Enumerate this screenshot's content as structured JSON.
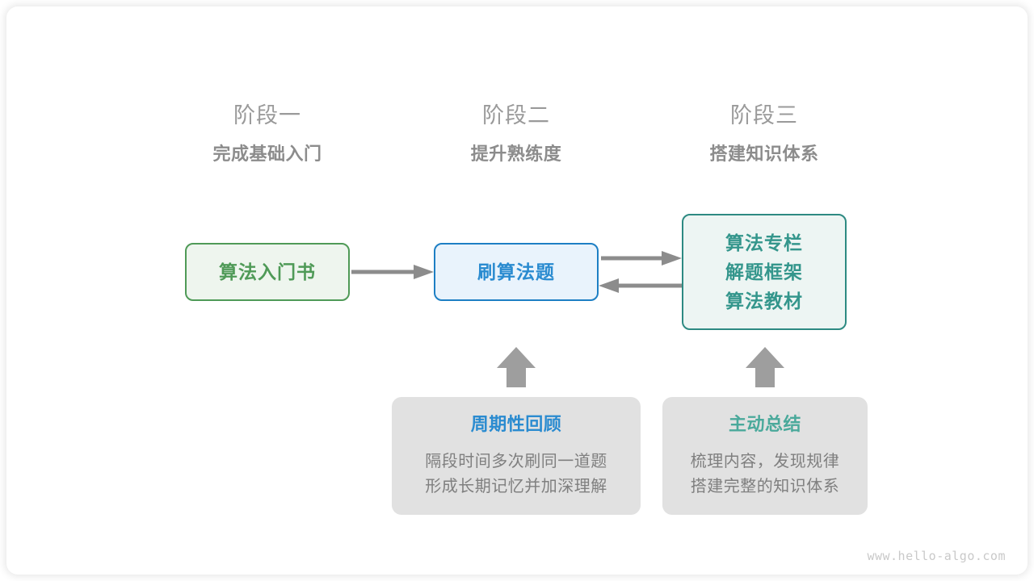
{
  "diagram": {
    "title": "algorithm-learning-roadmap",
    "background": "#ffffff",
    "colors": {
      "green": "#4f9a57",
      "green_fill": "#eef5ee",
      "blue": "#1d7fc4",
      "blue_fill": "#e9f3fc",
      "teal": "#2d8a82",
      "teal_fill": "#edf5f3",
      "gray_fill": "#e1e1e1",
      "gray_text": "#8c8c8c",
      "arrow": "#8c8c8c"
    }
  },
  "stages": [
    {
      "number": "阶段一",
      "title": "完成基础入门"
    },
    {
      "number": "阶段二",
      "title": "提升熟练度"
    },
    {
      "number": "阶段三",
      "title": "搭建知识体系"
    }
  ],
  "nodes": [
    {
      "id": "intro-book",
      "lines": [
        "算法入门书"
      ],
      "style": "green"
    },
    {
      "id": "practice-problems",
      "lines": [
        "刷算法题"
      ],
      "style": "blue"
    },
    {
      "id": "knowledge-system",
      "lines": [
        "算法专栏",
        "解题框架",
        "算法教材"
      ],
      "style": "teal"
    }
  ],
  "methods": [
    {
      "id": "periodic-review",
      "title": "周期性回顾",
      "title_color": "blue",
      "body": [
        "隔段时间多次刷同一道题",
        "形成长期记忆并加深理解"
      ]
    },
    {
      "id": "active-summary",
      "title": "主动总结",
      "title_color": "teal",
      "body": [
        "梳理内容，发现规律",
        "搭建完整的知识体系"
      ]
    }
  ],
  "arrows": [
    {
      "id": "arrow-book-to-practice",
      "direction": "right"
    },
    {
      "id": "arrow-practice-to-system",
      "direction": "right"
    },
    {
      "id": "arrow-system-to-practice",
      "direction": "left"
    },
    {
      "id": "arrow-review-up",
      "direction": "up"
    },
    {
      "id": "arrow-summary-up",
      "direction": "up"
    }
  ],
  "watermark": "www.hello-algo.com"
}
